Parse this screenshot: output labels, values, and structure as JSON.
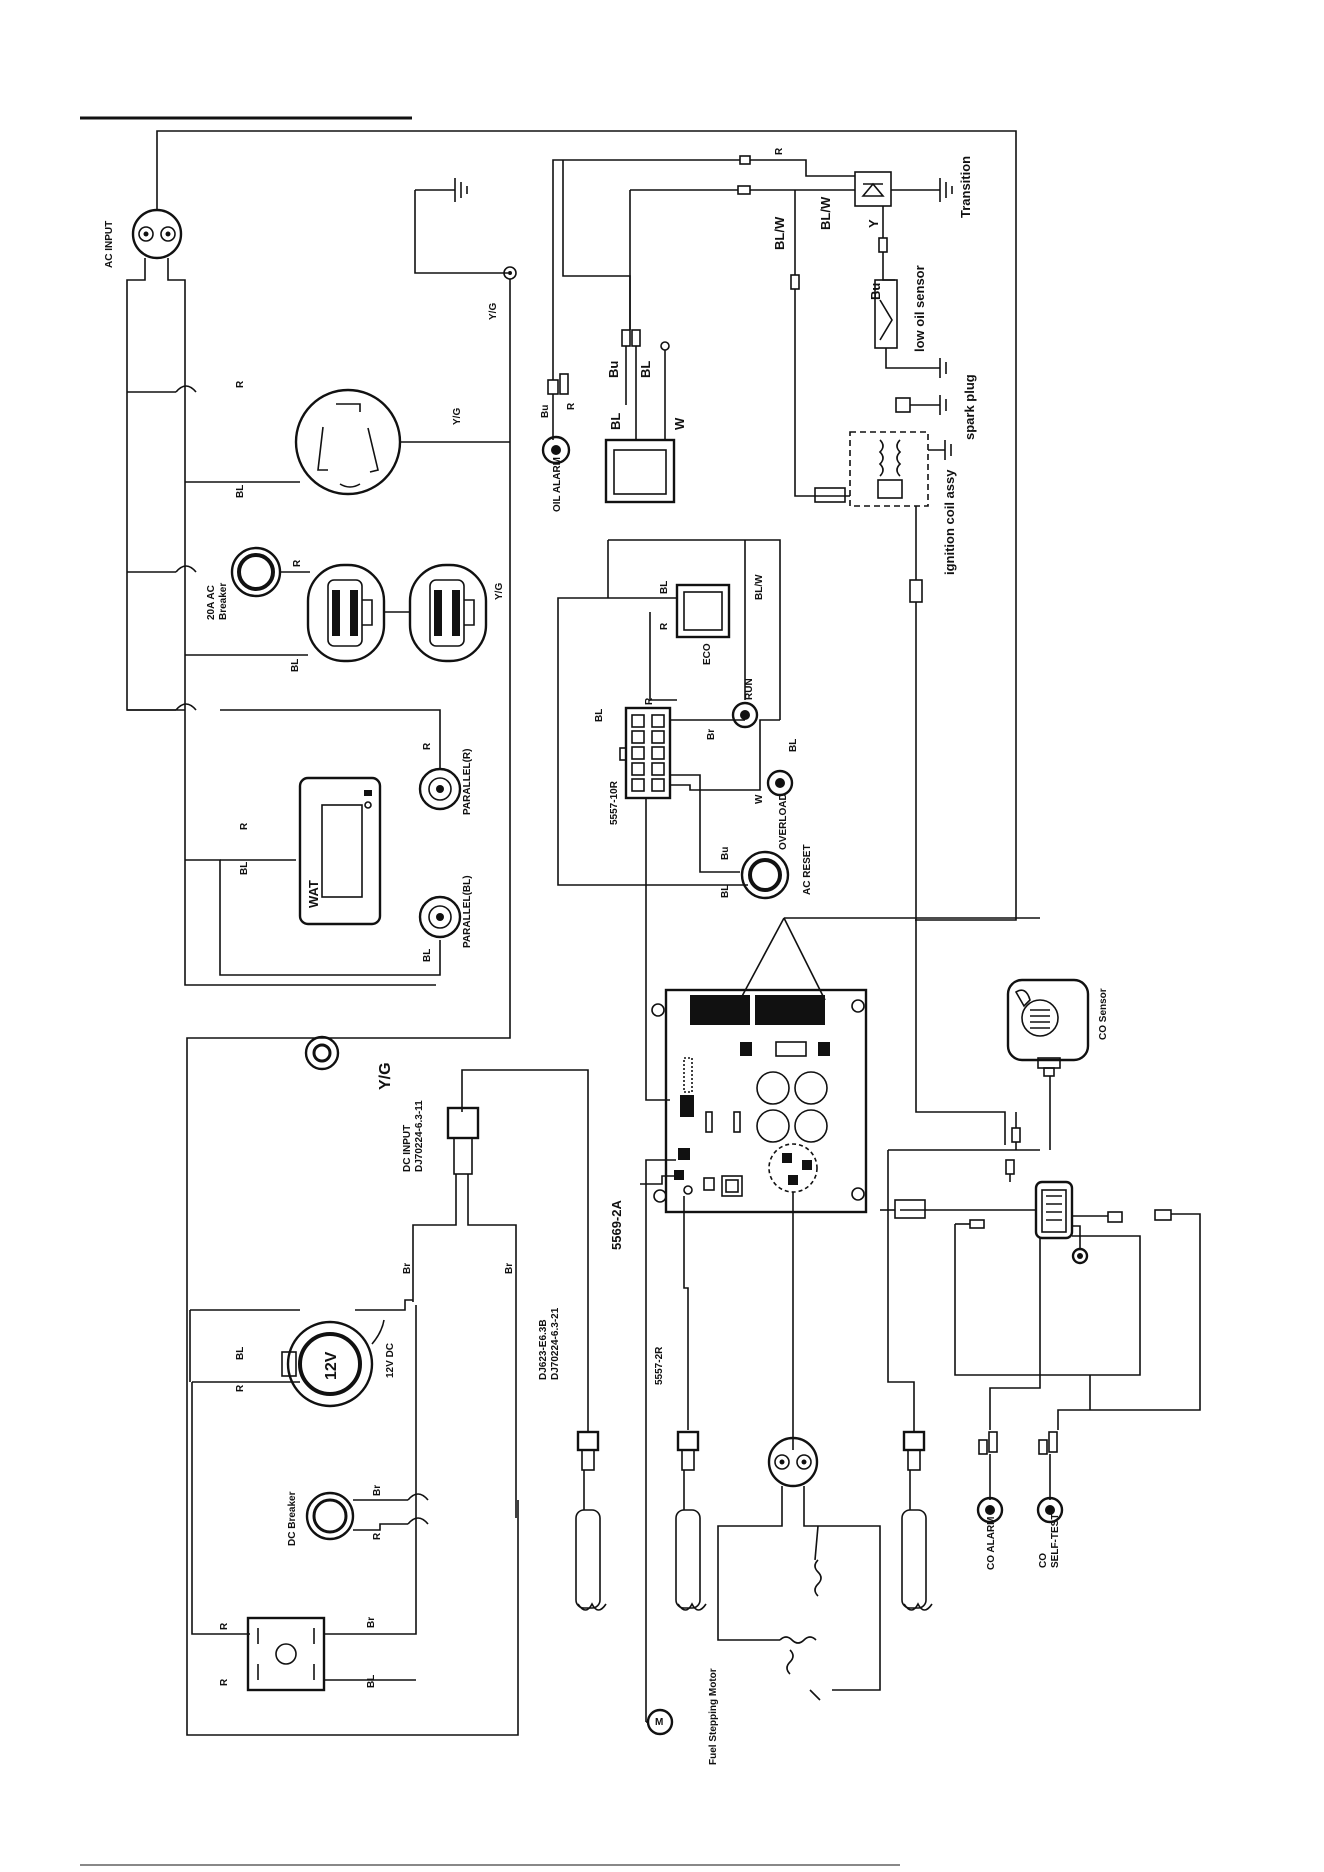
{
  "labels": {
    "ac_input": "AC INPUT",
    "breaker_20a_l1": "20A AC",
    "breaker_20a_l2": "Breaker",
    "parallel_r": "PARALLEL(R)",
    "parallel_bl": "PARALLEL(BL)",
    "meter_logo": "WAT",
    "oil_alarm": "OIL ALARM",
    "eco": "ECO",
    "run": "RUN",
    "overload": "OVERLOAD",
    "ac_reset": "AC RESET",
    "conn_5557": "5557-10R",
    "transition": "Transition",
    "low_oil_sensor": "low oil sensor",
    "spark_plug": "spark plug",
    "ignition_coil": "ignition coil assy",
    "co_sensor": "CO Sensor",
    "dc_input_l1": "DC INPUT",
    "dc_input_l2": "DJ70224-6.3-11",
    "socket_12v": "12V DC",
    "socket_12v_face": "12V",
    "dc_breaker": "DC Breaker",
    "conn_5569": "5569-2A",
    "dj623_l1": "DJ623-E6.3B",
    "dj623_l2": "DJ70224-6.3-21",
    "conn_small": "5557-2R",
    "fuel_motor": "Fuel Stepping Motor",
    "fuel_motor_symbol": "M",
    "co_alarm": "CO ALARM",
    "co_selftest_l1": "CO",
    "co_selftest_l2": "SELF-TEST",
    "yg_big": "Y/G"
  },
  "wire_codes": {
    "red": "R",
    "black": "BL",
    "brown": "Br",
    "blue": "Bu",
    "white": "W",
    "yellow": "Y",
    "yellow_green": "Y/G",
    "black_white": "BL/W"
  },
  "colors": {
    "ink": "#111111",
    "paper": "#ffffff"
  }
}
